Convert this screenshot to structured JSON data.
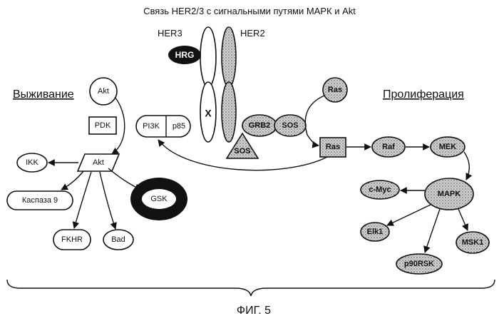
{
  "title": "Связь  HER2/3  с сигнальными путями МАРК  и Akt",
  "figure_caption": "ФИГ. 5",
  "sections": {
    "survival": "Выживание",
    "proliferation": "Пролиферация"
  },
  "receptors": {
    "her3": "HER3",
    "her2": "HER2",
    "ligand": "HRG",
    "dimer_mark": "X"
  },
  "nodes": {
    "akt_top": "Akt",
    "pdk": "PDK",
    "pi3k": "PI3K",
    "p85": "p85",
    "akt": "Akt",
    "ikk": "IKK",
    "caspase9": "Каспаза 9",
    "gsk": "GSK",
    "fkhr": "FKHR",
    "bad": "Bad",
    "grb2": "GRB2",
    "sos": "SOS",
    "sos_triangle": "SOS",
    "ras_top": "Ras",
    "ras": "Ras",
    "raf": "Raf",
    "mek": "MEK",
    "mapk": "MAPK",
    "cmyc": "c-Myc",
    "elk1": "Elk1",
    "p90rsk": "p90RSK",
    "msk1": "MSK1"
  },
  "colors": {
    "ink": "#111111",
    "stipple": "#bdbdbd",
    "background": "#ffffff"
  }
}
